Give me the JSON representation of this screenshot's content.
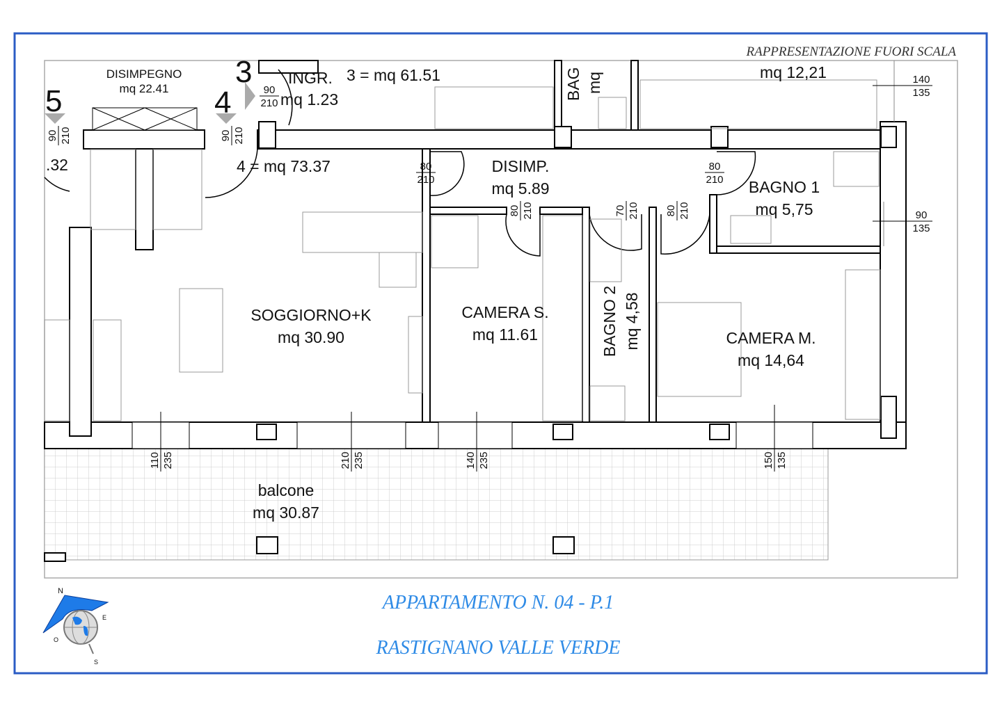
{
  "header": {
    "note": "RAPPRESENTAZIONE FUORI SCALA"
  },
  "title": {
    "line1": "APPARTAMENTO N. 04 - P.1",
    "line2": "RASTIGNANO VALLE VERDE"
  },
  "colors": {
    "frame": "#2b5cc4",
    "title": "#2f8be6",
    "compass": "#1e7be8"
  },
  "compass": {
    "n": "N",
    "e": "E",
    "s": "S",
    "o": "O"
  },
  "markers": {
    "m3": "3",
    "m4": "4",
    "m5": "5"
  },
  "neighbors": {
    "disimpegno": {
      "name": "DISIMPEGNO",
      "area": "mq 22.41"
    },
    "ingresso": {
      "name": "INGR.",
      "area": "mq 1.23"
    },
    "unit3": "3 = mq 61.51",
    "unit4": "4 = mq 73.37",
    "left_partial": ".32",
    "bagno_partial": {
      "name": "BAG",
      "area": "mq"
    },
    "camera_partial_area": "mq 12,21"
  },
  "rooms": {
    "soggiorno": {
      "name": "SOGGIORNO+K",
      "area": "mq 30.90"
    },
    "camera_s": {
      "name": "CAMERA S.",
      "area": "mq 11.61"
    },
    "bagno2": {
      "name": "BAGNO 2",
      "area": "mq 4,58"
    },
    "camera_m": {
      "name": "CAMERA M.",
      "area": "mq 14,64"
    },
    "disimp": {
      "name": "DISIMP.",
      "area": "mq 5.89"
    },
    "bagno1": {
      "name": "BAGNO 1",
      "area": "mq 5,75"
    },
    "balcone": {
      "name": "balcone",
      "area": "mq 30.87"
    }
  },
  "dims": [
    {
      "num": "90",
      "den": "210"
    },
    {
      "num": "90",
      "den": "210"
    },
    {
      "num": "90",
      "den": "210"
    },
    {
      "num": "80",
      "den": "210"
    },
    {
      "num": "80",
      "den": "210"
    },
    {
      "num": "80",
      "den": "210"
    },
    {
      "num": "70",
      "den": "210"
    },
    {
      "num": "80",
      "den": "210"
    },
    {
      "num": "140",
      "den": "135"
    },
    {
      "num": "90",
      "den": "135"
    },
    {
      "num": "110",
      "den": "235"
    },
    {
      "num": "210",
      "den": "235"
    },
    {
      "num": "140",
      "den": "235"
    },
    {
      "num": "150",
      "den": "135"
    }
  ]
}
